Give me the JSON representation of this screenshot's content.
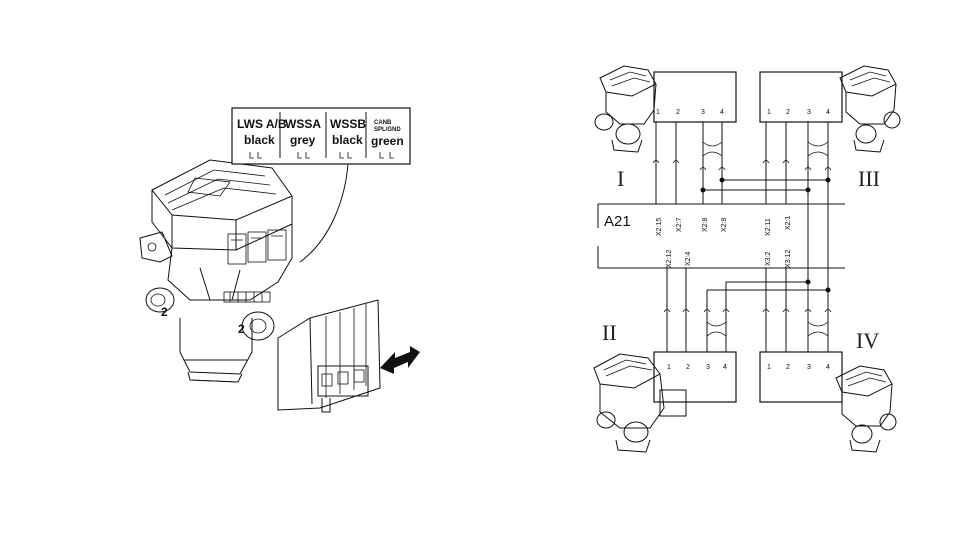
{
  "left_figure": {
    "label_panel": [
      {
        "name": "LWS A/B",
        "color": "black"
      },
      {
        "name": "WSSA",
        "color": "grey"
      },
      {
        "name": "WSSB",
        "color": "black"
      },
      {
        "name": "CANB",
        "sub": "SPL/GND",
        "color": "green"
      }
    ],
    "valve_port_labels": [
      "2",
      "2"
    ]
  },
  "right_figure": {
    "ecu_label": "A21",
    "upper_signals": [
      "X2:15",
      "X2:7",
      "X2:8",
      "X2:9",
      "X2:11",
      "X2:1"
    ],
    "lower_signals": [
      "X2:12",
      "X2:4",
      "X3:2",
      "X3:12"
    ],
    "pins": [
      "1",
      "2",
      "3",
      "4"
    ],
    "modules": [
      "I",
      "II",
      "III",
      "IV"
    ]
  }
}
